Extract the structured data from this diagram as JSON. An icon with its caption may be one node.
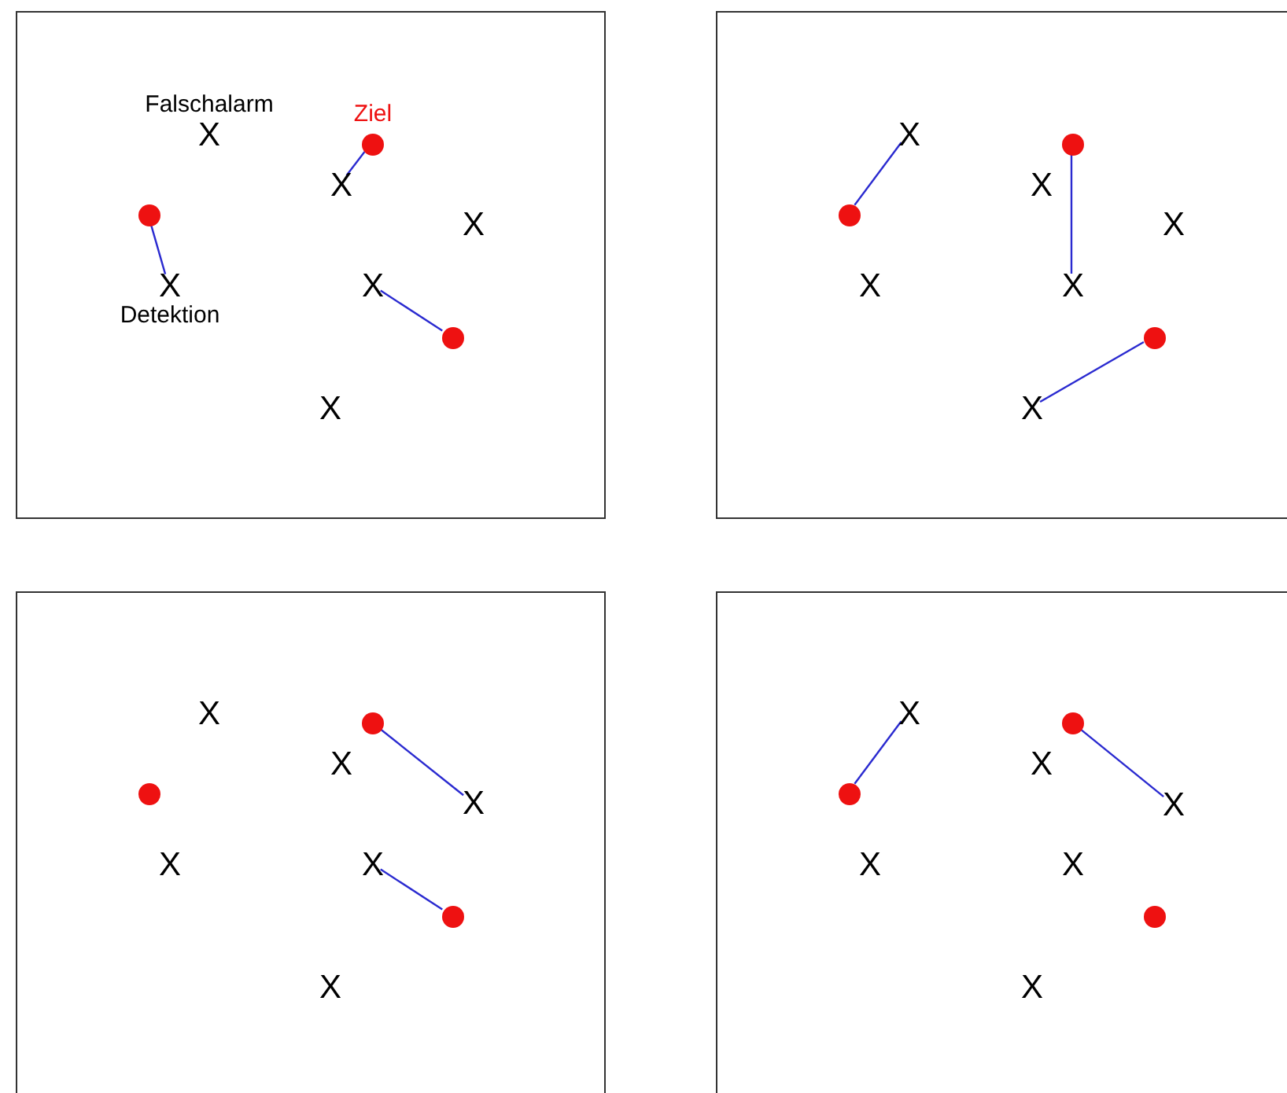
{
  "diagram": {
    "nodes": [
      {
        "text": [],
        "shape": "box"
      },
      {
        "text": [
          "X"
        ],
        "in": 0,
        "beside": [
          "Falschalarm"
        ]
      },
      {
        "text": [],
        "shape": "circle",
        "in": 0,
        "beside": [
          "Ziel"
        ]
      },
      {
        "text": [
          "X"
        ],
        "in": 0
      },
      {
        "text": [],
        "shape": "circle",
        "in": 0
      },
      {
        "text": [
          "X"
        ],
        "in": 0
      },
      {
        "text": [
          "X"
        ],
        "in": 0,
        "beside": [
          "Detektion"
        ]
      },
      {
        "text": [
          "X"
        ],
        "in": 0
      },
      {
        "text": [],
        "shape": "circle",
        "in": 0
      },
      {
        "text": [
          "X"
        ],
        "in": 0
      },
      {
        "text": [],
        "shape": "box"
      },
      {
        "text": [
          "X"
        ],
        "in": 10
      },
      {
        "text": [],
        "shape": "circle",
        "in": 10
      },
      {
        "text": [
          "X"
        ],
        "in": 10
      },
      {
        "text": [],
        "shape": "circle",
        "in": 10
      },
      {
        "text": [
          "X"
        ],
        "in": 10
      },
      {
        "text": [
          "X"
        ],
        "in": 10
      },
      {
        "text": [
          "X"
        ],
        "in": 10
      },
      {
        "text": [],
        "shape": "circle",
        "in": 10
      },
      {
        "text": [
          "X"
        ],
        "in": 10
      },
      {
        "text": [],
        "shape": "box"
      },
      {
        "text": [
          "X"
        ],
        "in": 20
      },
      {
        "text": [],
        "shape": "circle",
        "in": 20
      },
      {
        "text": [
          "X"
        ],
        "in": 20
      },
      {
        "text": [],
        "shape": "circle",
        "in": 20
      },
      {
        "text": [
          "X"
        ],
        "in": 20
      },
      {
        "text": [
          "X"
        ],
        "in": 20
      },
      {
        "text": [
          "X"
        ],
        "in": 20
      },
      {
        "text": [],
        "shape": "circle",
        "in": 20
      },
      {
        "text": [
          "X"
        ],
        "in": 20
      },
      {
        "text": [],
        "shape": "box"
      },
      {
        "text": [
          "X"
        ],
        "in": 30
      },
      {
        "text": [],
        "shape": "circle",
        "in": 30
      },
      {
        "text": [
          "X"
        ],
        "in": 30
      },
      {
        "text": [],
        "shape": "circle",
        "in": 30
      },
      {
        "text": [
          "X"
        ],
        "in": 30
      },
      {
        "text": [
          "X"
        ],
        "in": 30
      },
      {
        "text": [
          "X"
        ],
        "in": 30
      },
      {
        "text": [],
        "shape": "circle",
        "in": 30
      },
      {
        "text": [
          "X"
        ],
        "in": 30
      }
    ],
    "edges": [
      {
        "from": 2,
        "to": 3,
        "arrow": "none"
      },
      {
        "from": 4,
        "to": 6,
        "arrow": "none"
      },
      {
        "from": 7,
        "to": 8,
        "arrow": "none"
      },
      {
        "from": 12,
        "to": 17,
        "arrow": "none"
      },
      {
        "from": 14,
        "to": 11,
        "arrow": "none"
      },
      {
        "from": 18,
        "to": 19,
        "arrow": "none"
      },
      {
        "from": 22,
        "to": 25,
        "arrow": "none"
      },
      {
        "from": 27,
        "to": 28,
        "arrow": "none"
      },
      {
        "from": 32,
        "to": 35,
        "arrow": "none"
      },
      {
        "from": 34,
        "to": 31,
        "arrow": "none"
      }
    ]
  }
}
